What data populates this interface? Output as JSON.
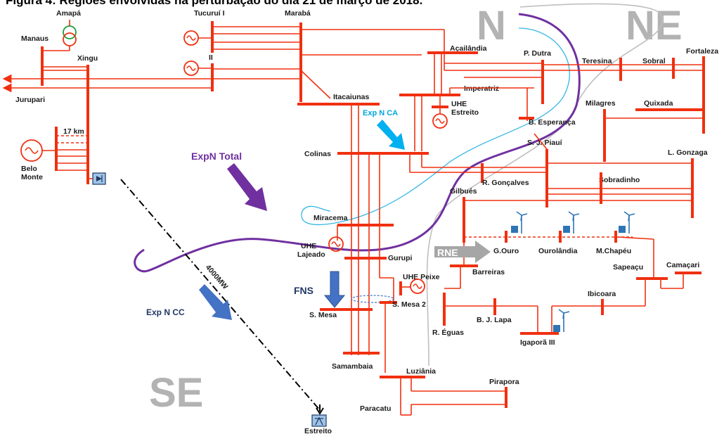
{
  "figure": {
    "title": "Figura 4: Regiões envolvidas na perturbação do dia 21 de março de 2018."
  },
  "regions": {
    "north": "N",
    "northeast": "NE",
    "southeast": "SE"
  },
  "flows": {
    "expn_total": "ExpN Total",
    "expn_ca": "Exp N CA",
    "expn_cc": "Exp N CC",
    "fns": "FNS",
    "rne": "RNE",
    "dc_rating": "4000MW"
  },
  "labels": {
    "amapa": "Amapá",
    "manaus": "Manaus",
    "xingu": "Xingu",
    "jurupari": "Jurupari",
    "tucurui": "Tucuruí I",
    "tucurui2": "II",
    "maraba": "Marabá",
    "acailandia": "Açailândia",
    "pdutra": "P. Dutra",
    "teresina": "Teresina",
    "sobral": "Sobral",
    "fortaleza": "Fortaleza",
    "imperatriz": "Imperatriz",
    "itacaiunas": "Itacaiunas",
    "uhe_estreito": "UHE",
    "uhe_estreito2": "Estreito",
    "milagres": "Milagres",
    "quixada": "Quixada",
    "besperanca": "B. Esperança",
    "sjpiaui": "S. J. Piauí",
    "lgonzaga": "L. Gonzaga",
    "colinas": "Colinas",
    "rgoncalves": "R. Gonçalves",
    "sobradinho": "Sobradinho",
    "gilbues": "Gilbués",
    "km17": "17 km",
    "belo_monte": "Belo",
    "belo_monte2": "Monte",
    "miracema": "Miracema",
    "uhe_lajeado": "UHE",
    "uhe_lajeado2": "Lajeado",
    "gouro": "G.Ouro",
    "ourolandia": "Ourolândia",
    "mchapeu": "M.Chapéu",
    "gurupi": "Gurupi",
    "barreiras": "Barreiras",
    "sapeacu": "Sapeaçu",
    "camacari": "Camaçari",
    "uhe_peixe": "UHE Peixe",
    "ibicoara": "Ibicoara",
    "smesa": "S. Mesa",
    "smesa2": "S. Mesa 2",
    "bjlapa": "B. J. Lapa",
    "reguas": "R. Éguas",
    "igapora": "Igaporã III",
    "samambaia": "Samambaia",
    "luziania": "Luziânia",
    "pirapora": "Pirapora",
    "paracatu": "Paracatu",
    "estreito_dc": "Estreito"
  },
  "colors": {
    "line": "#f03010",
    "expn_total": "#7030a0",
    "exp_cc": "#4472c4",
    "exp_ca": "#00b0f0",
    "rne_arrow": "#a6a6a6",
    "region_text": "#b3b3b3",
    "wind_icon": "#2e75b6"
  }
}
